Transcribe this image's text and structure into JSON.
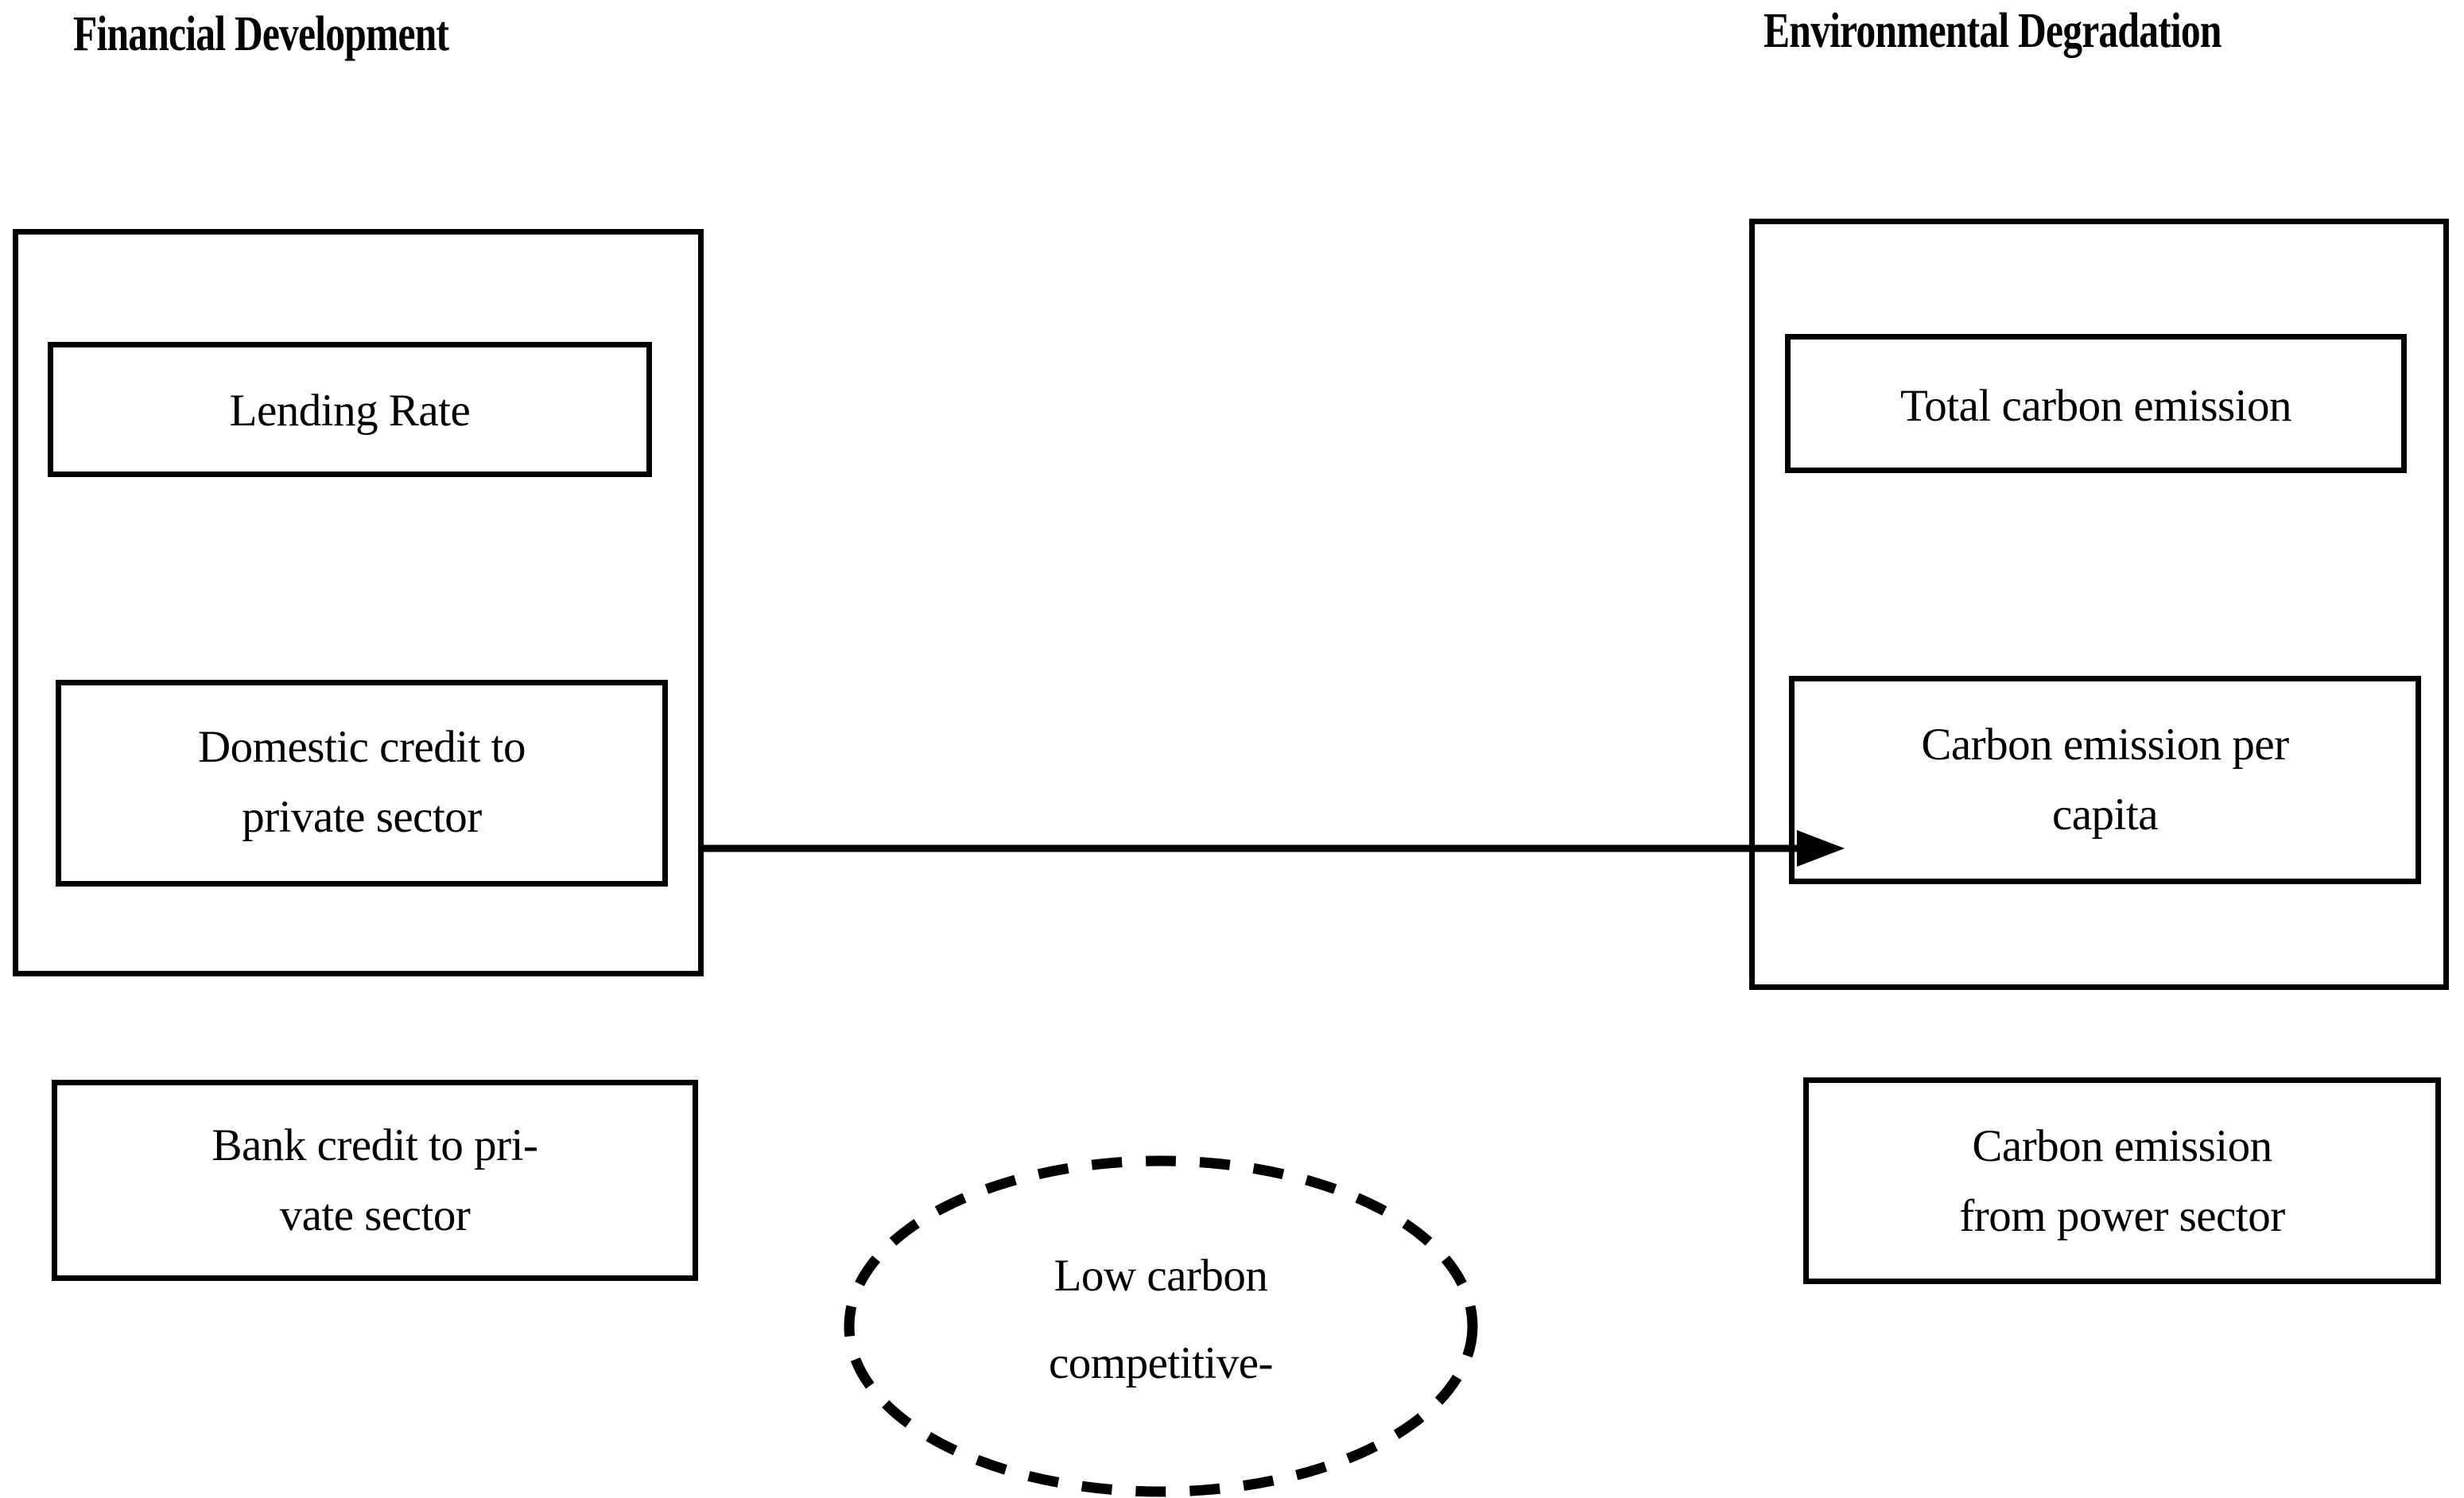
{
  "diagram": {
    "background_color": "#ffffff",
    "stroke_color": "#000000",
    "titles": {
      "left": "Financial Development",
      "right": "Environmental Degradation"
    },
    "groups": [
      {
        "id": "financial-development",
        "title": "Financial Development",
        "nodes": [
          {
            "id": "lending-rate",
            "label": "Lending Rate"
          },
          {
            "id": "domestic-credit",
            "label": "Domestic credit to\nprivate sector"
          }
        ]
      },
      {
        "id": "environmental-degradation",
        "title": "Environmental Degradation",
        "nodes": [
          {
            "id": "total-carbon-emission",
            "label": "Total carbon emission"
          },
          {
            "id": "carbon-emission-per-capita",
            "label": "Carbon emission per\ncapita"
          }
        ]
      }
    ],
    "standalone_nodes": [
      {
        "id": "bank-credit",
        "label": "Bank credit to pri-\nvate sector"
      },
      {
        "id": "carbon-emission-power-sector",
        "label": "Carbon emission\nfrom power sector"
      }
    ],
    "ellipse_node": {
      "id": "low-carbon-competitive",
      "label": "Low carbon\ncompetitive-",
      "border_style": "dashed"
    },
    "connector": {
      "id": "fd-to-ed",
      "from": "financial-development",
      "to": "environmental-degradation",
      "style": "solid",
      "arrowhead": "end"
    }
  }
}
